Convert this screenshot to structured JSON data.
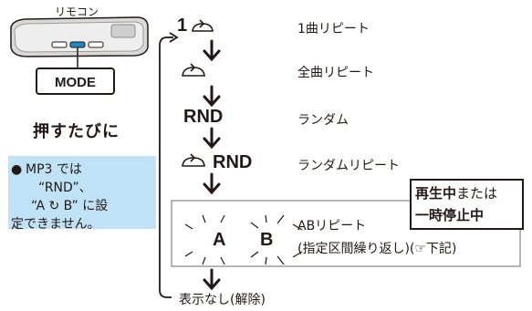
{
  "remote": {
    "label": "リモコン",
    "button_label": "MODE"
  },
  "press_title": "押すたびに",
  "note": {
    "bullet": "●",
    "lines": [
      "MP3 では",
      "“RND”、",
      "“A ↻ B” に設",
      "定できません。"
    ]
  },
  "modes": [
    {
      "code": "1",
      "desc": "1曲リピート",
      "icon": "repeat-icon"
    },
    {
      "code": "",
      "desc": "全曲リピート",
      "icon": "repeat-icon"
    },
    {
      "code": "RND",
      "desc": "ランダム",
      "icon": ""
    },
    {
      "code": "RND",
      "desc": "ランダムリピート",
      "icon": "repeat-icon"
    },
    {
      "code_a": "A",
      "code_b": "B",
      "desc_line1": "ABリピート",
      "desc_line2": "(指定区間繰り返し)(☞下記)",
      "icon": "repeat-icon"
    },
    {
      "code": "",
      "desc": "表示なし(解除)",
      "icon": ""
    }
  ],
  "status_note": {
    "bold1": "再生中",
    "text1": "または",
    "bold2": "一時停止中"
  },
  "colors": {
    "ink": "#231815",
    "note_bg": "#bfe2f6",
    "remote_body": "#d9d9d9",
    "remote_button_accent": "#1f88c8",
    "ab_box_border": "#b5b5b5"
  }
}
